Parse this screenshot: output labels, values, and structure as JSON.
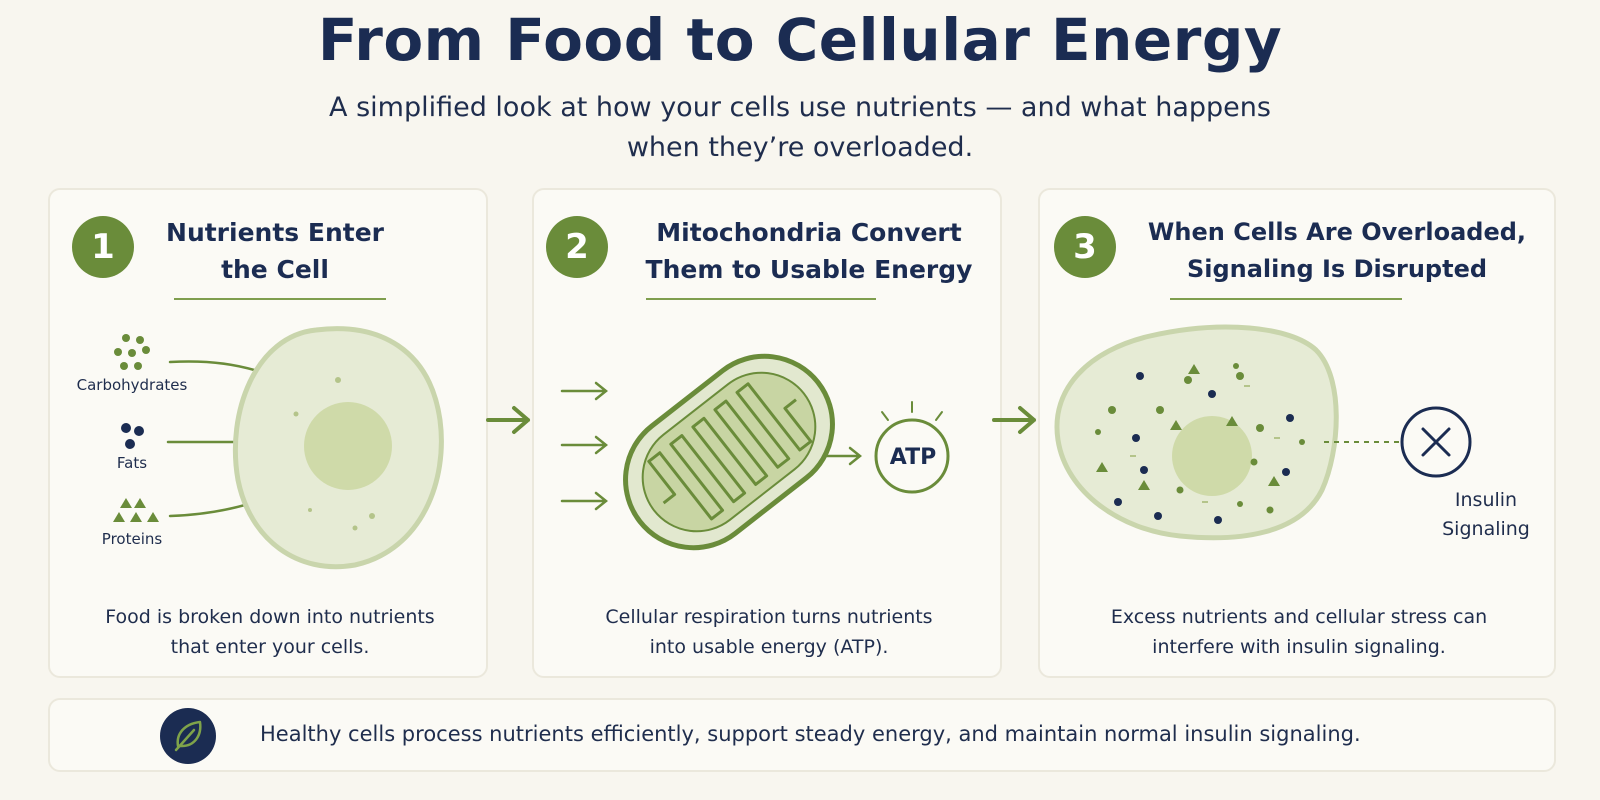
{
  "title": "From Food to Cellular Energy",
  "subtitle": "A simplified look at how your cells use nutrients — and what happens when they’re overloaded.",
  "colors": {
    "accent_green": "#6a8c3a",
    "navy": "#1b2c52",
    "cell_fill": "#e6ebd5",
    "background": "#f8f6ef"
  },
  "steps": [
    {
      "number": "1",
      "title_line1": "Nutrients Enter",
      "title_line2": "the Cell",
      "labels": {
        "carbs": "Carbohydrates",
        "fats": "Fats",
        "proteins": "Proteins"
      },
      "desc_line1": "Food is broken down into nutrients",
      "desc_line2": "that enter your cells."
    },
    {
      "number": "2",
      "title_line1": "Mitochondria Convert",
      "title_line2": "Them to Usable Energy",
      "atp": "ATP",
      "desc_line1": "Cellular respiration turns nutrients",
      "desc_line2": "into usable energy (ATP)."
    },
    {
      "number": "3",
      "title_line1": "When Cells Are Overloaded,",
      "title_line2": "Signaling Is Disrupted",
      "signal_line1": "Insulin",
      "signal_line2": "Signaling",
      "desc_line1": "Excess nutrients and cellular stress can",
      "desc_line2": "interfere with insulin signaling."
    }
  ],
  "banner": {
    "icon": "leaf-icon",
    "text": "Healthy cells process nutrients efficiently, support steady energy, and maintain normal insulin signaling."
  }
}
